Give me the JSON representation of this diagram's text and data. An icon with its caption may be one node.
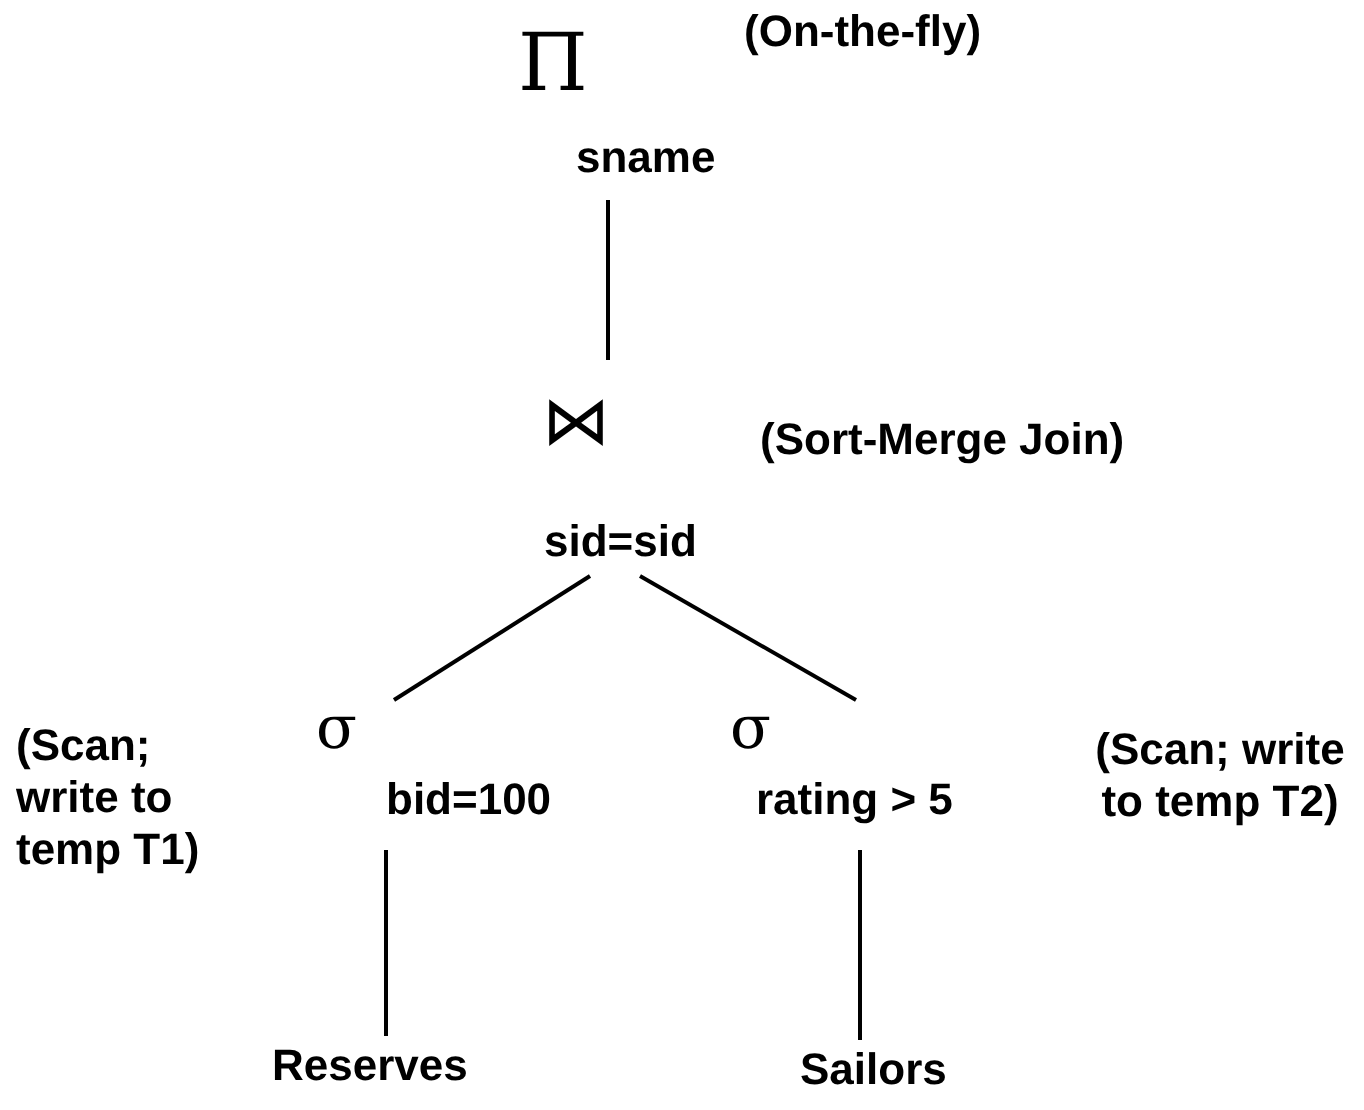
{
  "diagram": {
    "nodes": [
      {
        "text": [
          "Π",
          "sname"
        ],
        "beside": [
          "(On-the-fly)"
        ]
      },
      {
        "text": [
          "⋈",
          "sid=sid"
        ],
        "beside": [
          "(Sort-Merge Join)"
        ]
      },
      {
        "text": [
          "σ",
          "bid=100"
        ],
        "beside": [
          "(Scan; write to temp T1)"
        ]
      },
      {
        "text": [
          "σ",
          "rating > 5"
        ],
        "beside": [
          "(Scan; write to temp T2)"
        ]
      },
      {
        "text": [
          "Reserves"
        ]
      },
      {
        "text": [
          "Sailors"
        ]
      }
    ],
    "edges": [
      {
        "from": 0,
        "to": 1,
        "arrow": "none"
      },
      {
        "from": 1,
        "to": 2,
        "arrow": "none"
      },
      {
        "from": 1,
        "to": 3,
        "arrow": "none"
      },
      {
        "from": 2,
        "to": 4,
        "arrow": "none"
      },
      {
        "from": 3,
        "to": 5,
        "arrow": "none"
      }
    ]
  }
}
